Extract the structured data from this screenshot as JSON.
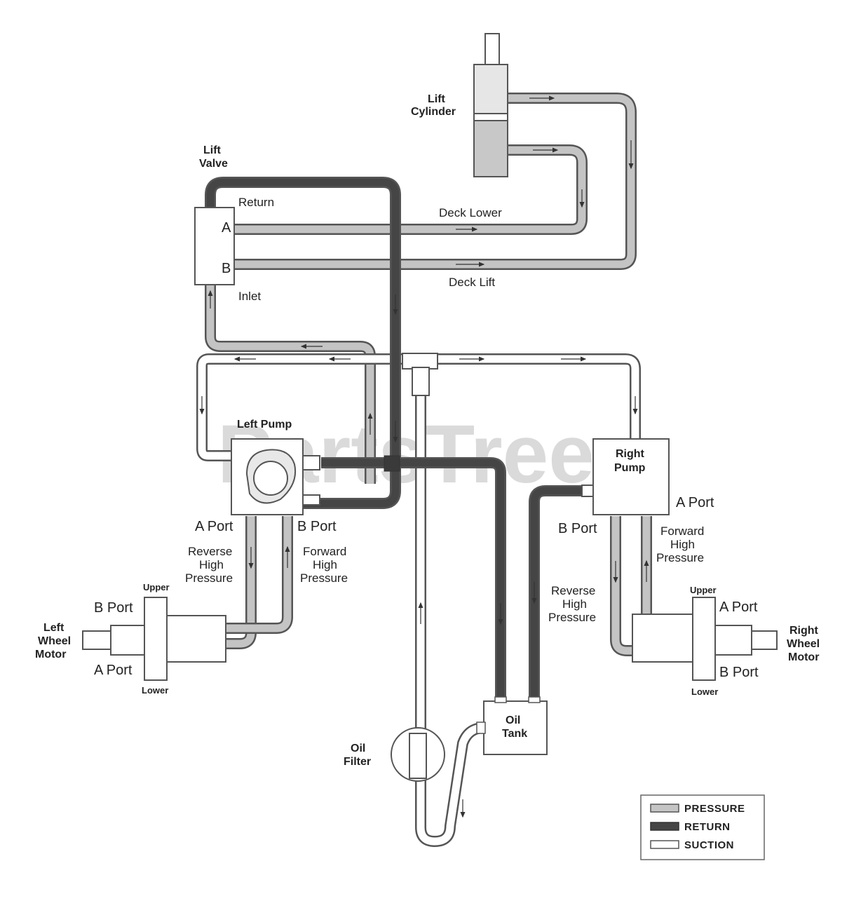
{
  "watermark": "PartsTree",
  "labels": {
    "lift_cylinder": [
      "Lift",
      "Cylinder"
    ],
    "lift_valve": [
      "Lift",
      "Valve"
    ],
    "return": "Return",
    "valve_a": "A",
    "valve_b": "B",
    "inlet": "Inlet",
    "deck_lower": "Deck Lower",
    "deck_lift": "Deck Lift",
    "left_pump": "Left Pump",
    "right_pump": [
      "Right",
      "Pump"
    ],
    "left_a_port": "A Port",
    "left_b_port": "B Port",
    "right_a_port": "A Port",
    "right_b_port": "B Port",
    "left_reverse": [
      "Reverse",
      "High",
      "Pressure"
    ],
    "left_forward": [
      "Forward",
      "High",
      "Pressure"
    ],
    "right_forward": [
      "Forward",
      "High",
      "Pressure"
    ],
    "right_reverse": [
      "Reverse",
      "High",
      "Pressure"
    ],
    "left_motor": [
      "Left",
      "Wheel",
      "Motor"
    ],
    "left_motor_upper": "Upper",
    "left_motor_lower": "Lower",
    "left_motor_b": "B Port",
    "left_motor_a": "A Port",
    "right_motor": [
      "Right",
      "Wheel",
      "Motor"
    ],
    "right_motor_upper": "Upper",
    "right_motor_lower": "Lower",
    "right_motor_a": "A Port",
    "right_motor_b": "B Port",
    "oil_tank": [
      "Oil",
      "Tank"
    ],
    "oil_filter": [
      "Oil",
      "Filter"
    ]
  },
  "legend": {
    "pressure": "PRESSURE",
    "return": "RETURN",
    "suction": "SUCTION"
  },
  "colors": {
    "pressure": "#c4c4c4",
    "return": "#454545",
    "suction": "#ffffff",
    "outline": "#555555",
    "text": "#222222"
  }
}
